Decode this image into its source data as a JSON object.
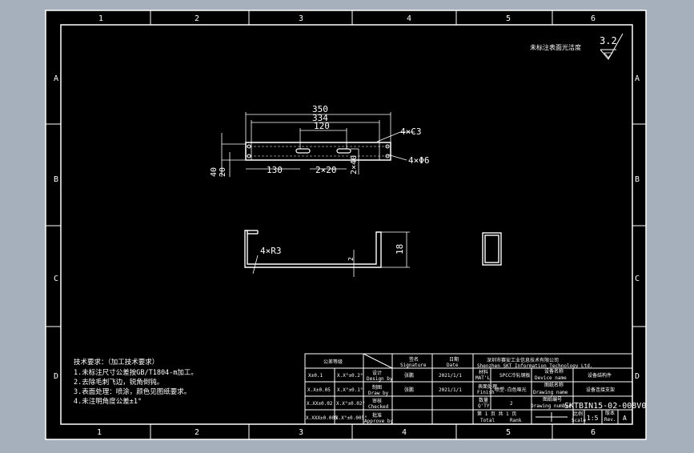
{
  "frame": {
    "columns": [
      "1",
      "2",
      "3",
      "4",
      "5",
      "6"
    ],
    "rows": [
      "A",
      "B",
      "C",
      "D"
    ]
  },
  "top_note": "未标注表面光洁度",
  "roughness": "3.2",
  "colors": {
    "background": "#a6b0bc",
    "sheet": "#000000",
    "lines": "#ffffff",
    "cad_blue": "#4a5a8c"
  },
  "dims": {
    "d350": "350",
    "d334": "334",
    "d120": "120",
    "d130": "130",
    "d2x20": "2×20",
    "h40": "40",
    "h20": "20",
    "h240": "2×40",
    "c4": "4×C3",
    "phi": "4×Φ6",
    "r3": "4×R3",
    "h18": "18",
    "two": "2"
  },
  "tech_notes": [
    "技术要求：（加工技术要求）",
    "1.未标注尺寸公差按GB/T1804-m加工。",
    "2.去除毛刺飞边，锐角倒钝。",
    "3.表面处理：喷涂，颜色见图纸要求。",
    "4.未注明角度公差±1°"
  ],
  "title_block": {
    "tol_header": "公差等级",
    "tol_rows": [
      {
        "a": "X±0.1",
        "b": "X.X°±0.2°"
      },
      {
        "a": "X.X±0.05",
        "b": "X.X°±0.1°"
      },
      {
        "a": "X.XX±0.02",
        "b": "X.X°±0.02°"
      },
      {
        "a": "X.XXX±0.005",
        "b": "X.X°±0.005°"
      }
    ],
    "role_labels": [
      "Design by",
      "Draw by",
      "Checked",
      "Approve by"
    ],
    "role_cn": [
      "设计",
      "制图",
      "审核",
      "批准"
    ],
    "signature_cn": "签名",
    "signature": "Signature",
    "date_cn": "日期",
    "date": "Date",
    "designer": "张鹏",
    "drawer": "张鹏",
    "date1": "2021/1/1",
    "date2": "2021/1/1",
    "company_cn": "深圳市赛安工业信息技术有限公司",
    "company_en": "Shenzhen SKT Information Technology Ltd.",
    "material_cn": "材料",
    "material_en": "MAT'L",
    "material_val": "SPCC冷轧钢板",
    "device_cn": "设备名称",
    "device_en": "Device name",
    "device_val": "设备结构件",
    "finish_cn": "表面处理",
    "finish_en": "Finish",
    "finish_val": "喷塑-白色哑光",
    "drawing_cn": "图纸名称",
    "drawing_en": "Drawing name",
    "drawing_val": "设备连接支架",
    "qty_cn": "数量",
    "qty_en": "Q'TY",
    "qty_val": "2",
    "drawing_no_cn": "图纸编号",
    "drawing_no_en": "Drawing number",
    "drawing_no": "SKTBIN15-02-008V0",
    "total": "Total",
    "rank": "Rank",
    "page": "第 1 页  共 1 页",
    "scale_cn": "比例",
    "scale": "Scale",
    "scale_val": "1:5",
    "rev_cn": "版本",
    "rev": "Rev.",
    "rev_val": "A"
  }
}
